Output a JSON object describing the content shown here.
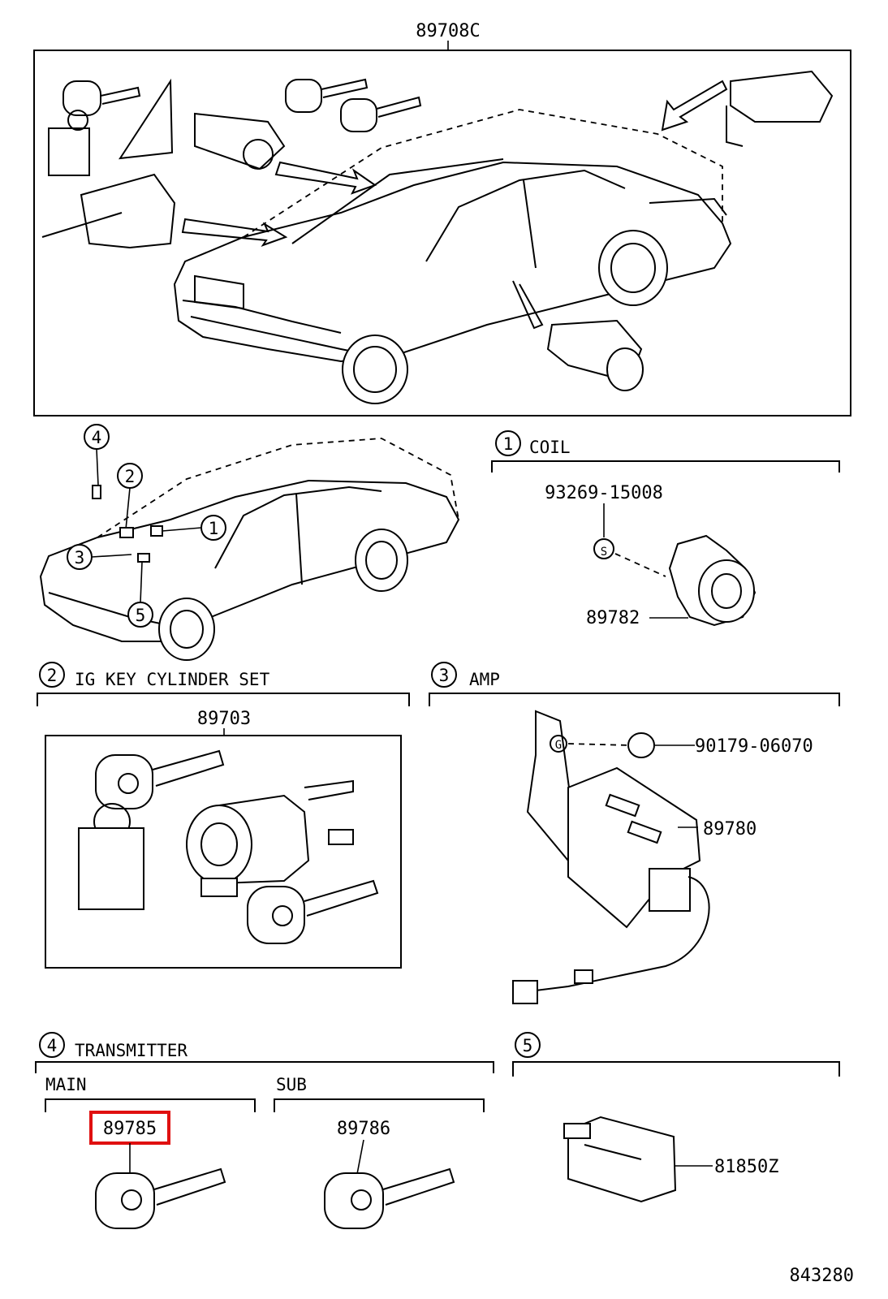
{
  "diagram": {
    "top_part_number": "89708C",
    "figure_number": "843280",
    "highlight_color": "#e01010",
    "callouts": [
      "1",
      "2",
      "3",
      "4",
      "5"
    ],
    "sections": [
      {
        "id": "coil",
        "number": "1",
        "title": "COIL",
        "parts": [
          "93269-15008",
          "89782"
        ]
      },
      {
        "id": "ig_key",
        "number": "2",
        "title": "IG KEY CYLINDER SET",
        "parts": [
          "89703"
        ]
      },
      {
        "id": "amp",
        "number": "3",
        "title": "AMP",
        "parts": [
          "90179-06070",
          "89780"
        ]
      },
      {
        "id": "transmitter",
        "number": "4",
        "title": "TRANSMITTER",
        "sub_main": "MAIN",
        "sub_sub": "SUB",
        "parts": [
          "89785",
          "89786"
        ]
      },
      {
        "id": "sec5",
        "number": "5",
        "title": "",
        "parts": [
          "81850Z"
        ]
      }
    ],
    "small_marks": {
      "s": "S",
      "g": "G"
    }
  }
}
